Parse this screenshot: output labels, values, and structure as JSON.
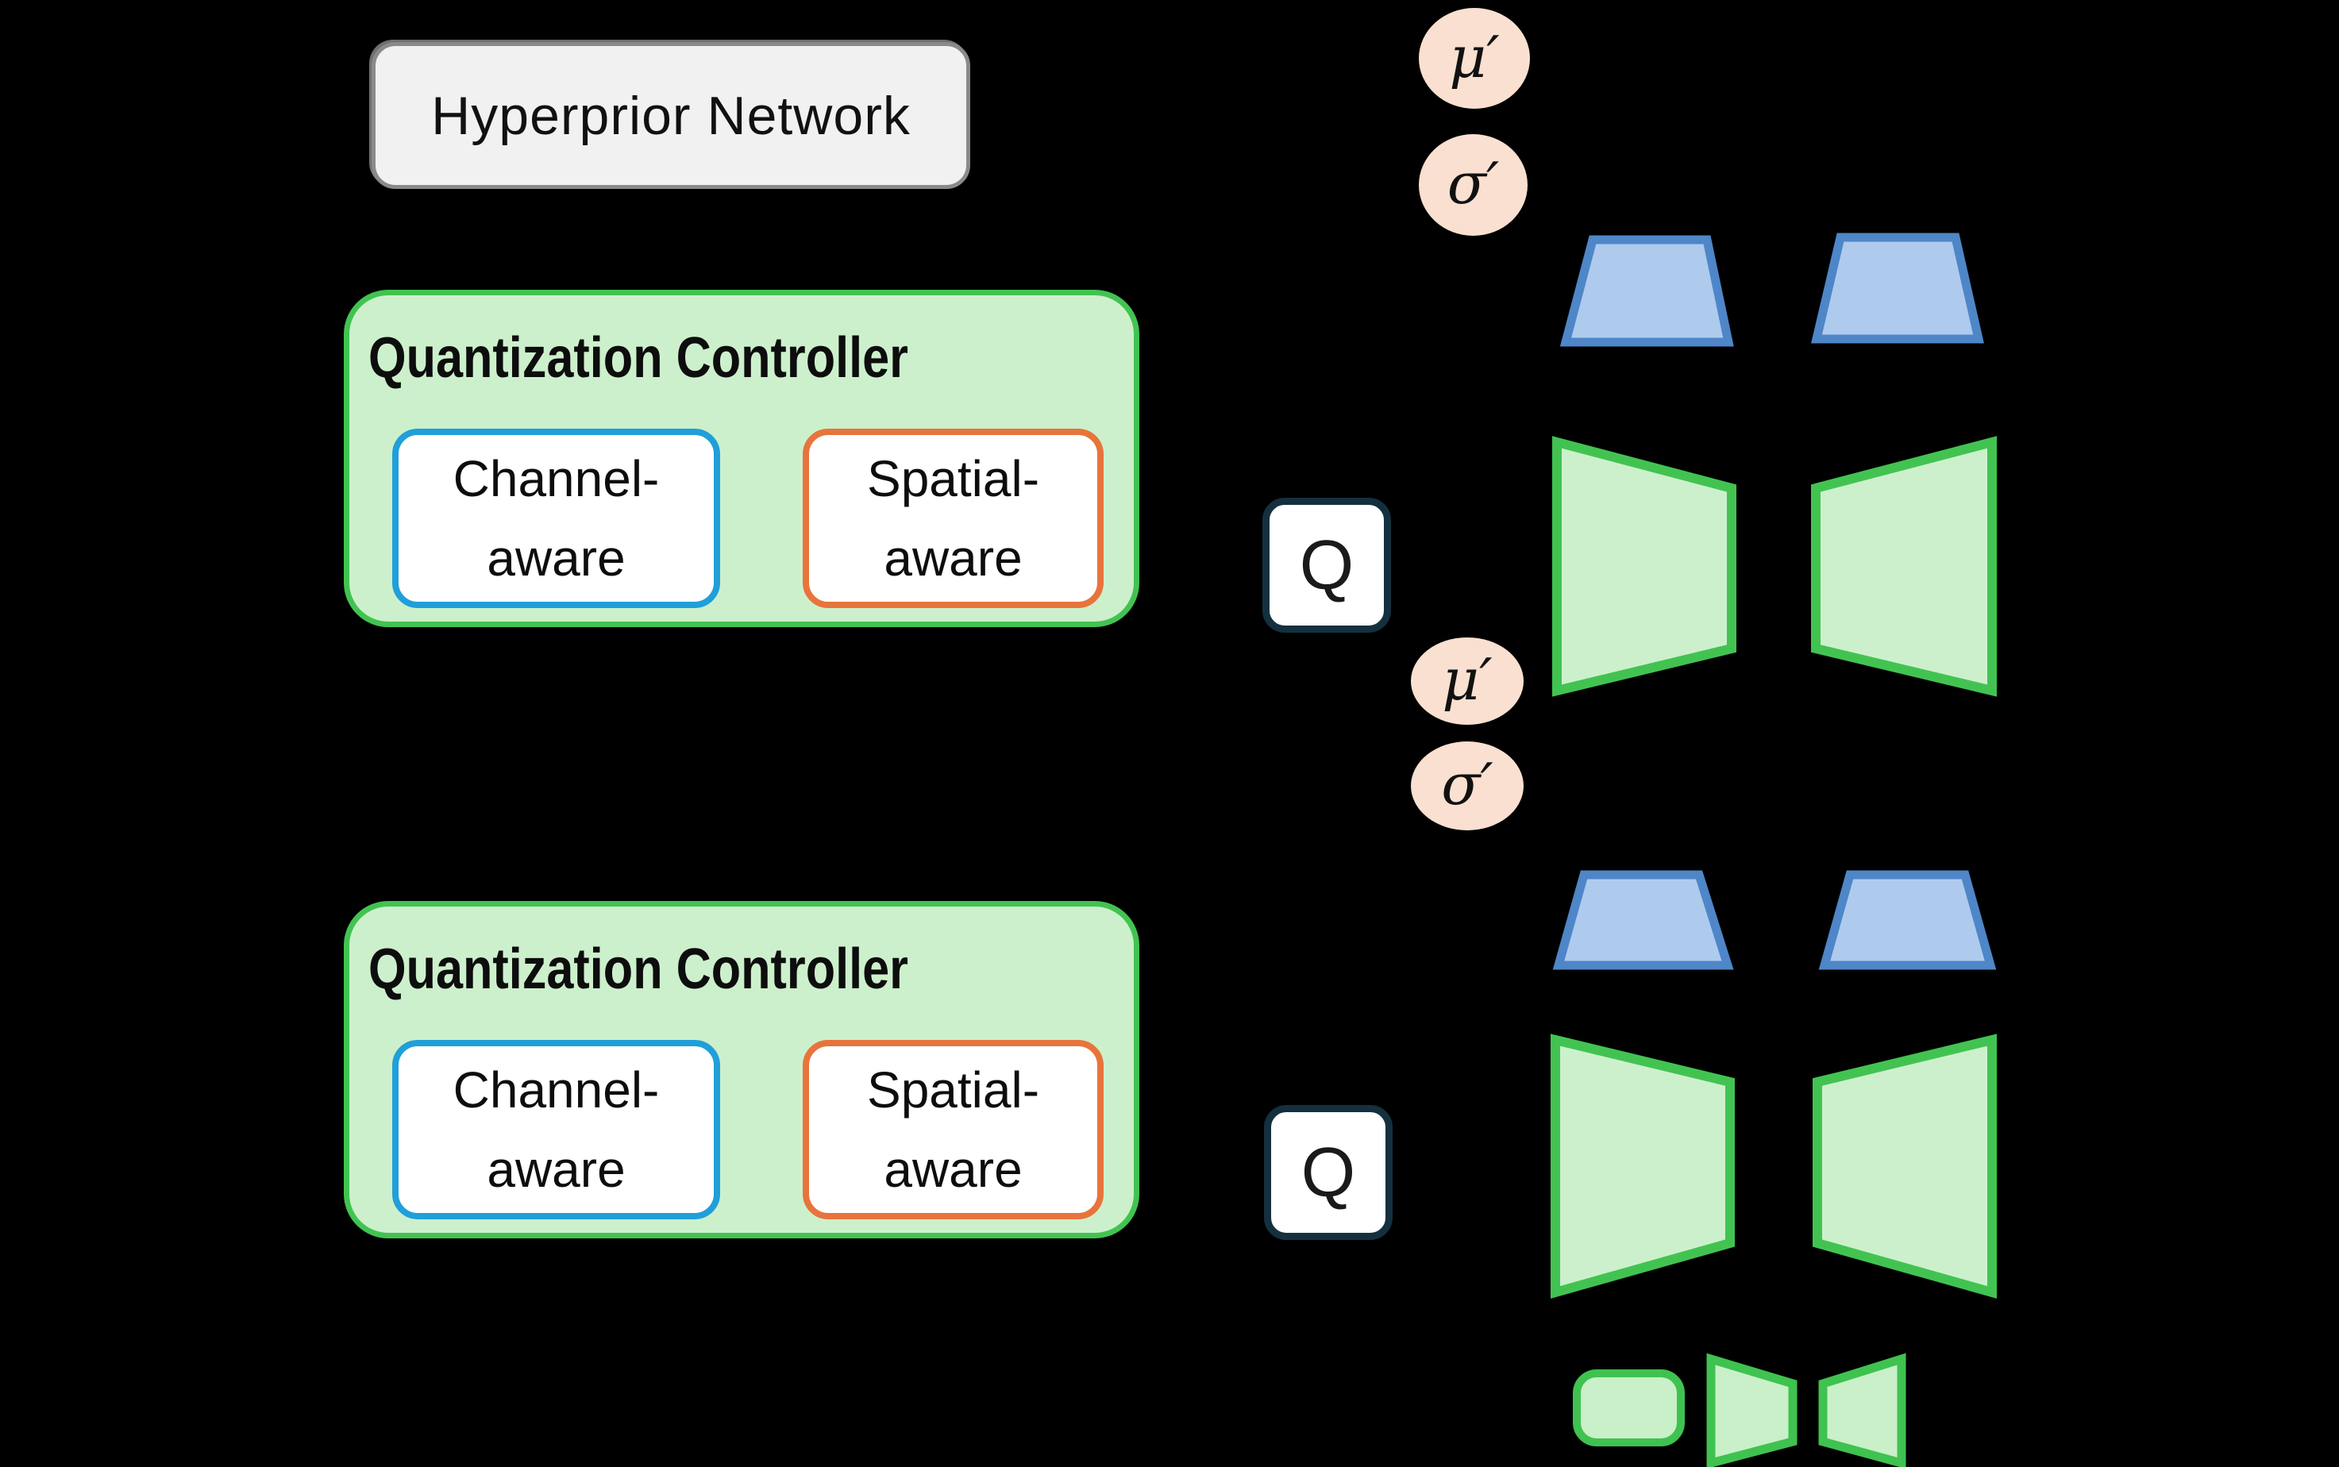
{
  "diagram": {
    "hyperprior": {
      "label": "Hyperprior Network"
    },
    "controllers": [
      {
        "title": "Quantization Controller",
        "modules": [
          {
            "lines": [
              "Channel-",
              "aware"
            ]
          },
          {
            "lines": [
              "Spatial-",
              "aware"
            ]
          }
        ]
      },
      {
        "title": "Quantization Controller",
        "modules": [
          {
            "lines": [
              "Channel-",
              "aware"
            ]
          },
          {
            "lines": [
              "Spatial-",
              "aware"
            ]
          }
        ]
      }
    ],
    "quantizer": {
      "label": "Q"
    },
    "symbols": {
      "mu": "μ′",
      "sigma": "σ′"
    },
    "shapes": {
      "encoder_trapezoid": "encoder",
      "decoder_trapezoid": "decoder",
      "hyper_trapezoid": "hyper encoder/decoder",
      "entropy_rect": "entropy model block"
    },
    "colors": {
      "background": "#000000",
      "hyperprior_fill": "#F1F1F1",
      "hyperprior_border": "#8A8A8A",
      "controller_fill": "#CDF0CC",
      "controller_border": "#42C351",
      "channel_border": "#209FD9",
      "spatial_border": "#E7743C",
      "quantizer_border": "#14303F",
      "quantizer_fill": "#FFFFFF",
      "latent_fill": "#F9E0D0",
      "blue_trapezoid_fill": "#AECBEE",
      "blue_trapezoid_border": "#4E86C8",
      "green_trapezoid_fill": "#CDF0CC",
      "green_trapezoid_border": "#42C351",
      "text": "#0D0D0D"
    }
  }
}
